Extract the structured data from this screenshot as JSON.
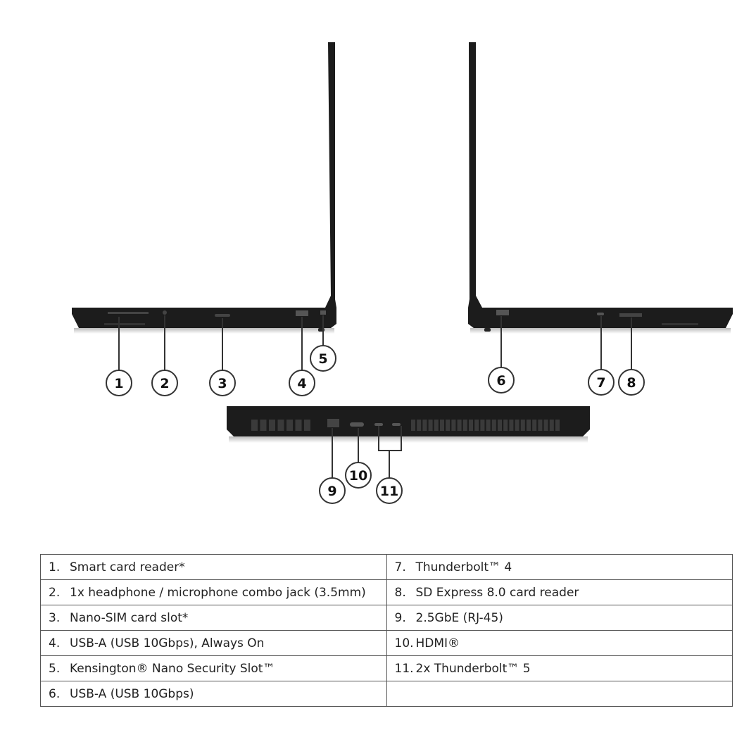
{
  "callouts": [
    "1",
    "2",
    "3",
    "4",
    "5",
    "6",
    "7",
    "8",
    "9",
    "10",
    "11"
  ],
  "ports": {
    "left": [
      {
        "num": "1.",
        "label": "Smart card reader*"
      },
      {
        "num": "2.",
        "label": "1x headphone / microphone combo jack (3.5mm)"
      },
      {
        "num": "3.",
        "label": "Nano-SIM card slot*"
      },
      {
        "num": "4.",
        "label": "USB-A (USB 10Gbps), Always On"
      },
      {
        "num": "5.",
        "label": "Kensington® Nano Security Slot™"
      },
      {
        "num": "6.",
        "label": "USB-A (USB 10Gbps)"
      }
    ],
    "right": [
      {
        "num": "7.",
        "label": "Thunderbolt™ 4"
      },
      {
        "num": "8.",
        "label": "SD Express 8.0 card reader"
      },
      {
        "num": "9.",
        "label": "2.5GbE (RJ-45)"
      },
      {
        "num": "10.",
        "label": "HDMI®"
      },
      {
        "num": "11.",
        "label": "2x Thunderbolt™ 5"
      }
    ]
  }
}
